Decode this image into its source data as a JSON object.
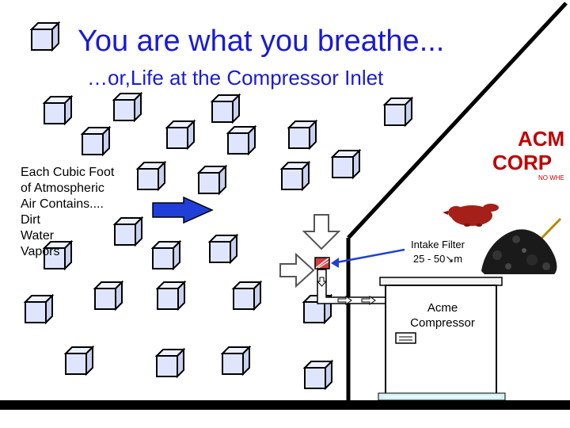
{
  "title": "You are what you breathe...",
  "subtitle": "…or,Life at the Compressor Inlet",
  "intro_lines": [
    "Each Cubic Foot",
    "of Atmospheric",
    "Air Contains....",
    "Dirt",
    "Water",
    "Vapors"
  ],
  "brand": {
    "line1": "ACM",
    "line2": "CORP",
    "tagline": "NO WHE"
  },
  "filter_label": {
    "line1": "Intake Filter",
    "line2": "25 - 50↘m"
  },
  "compressor_label": {
    "line1": "Acme",
    "line2": "Compressor"
  },
  "colors": {
    "heading": "#1a1ad8",
    "brand": "#c00000",
    "cube_face": "#dfe5fc",
    "arrow_blue": "#1f3fd8",
    "beaver": "#a52018"
  },
  "icons": [
    "air-cube-icon",
    "blue-arrow-icon",
    "down-arrow-icon",
    "right-arrow-icon",
    "beaver-icon",
    "dirt-pile-icon",
    "filter-icon",
    "vent-icon"
  ]
}
